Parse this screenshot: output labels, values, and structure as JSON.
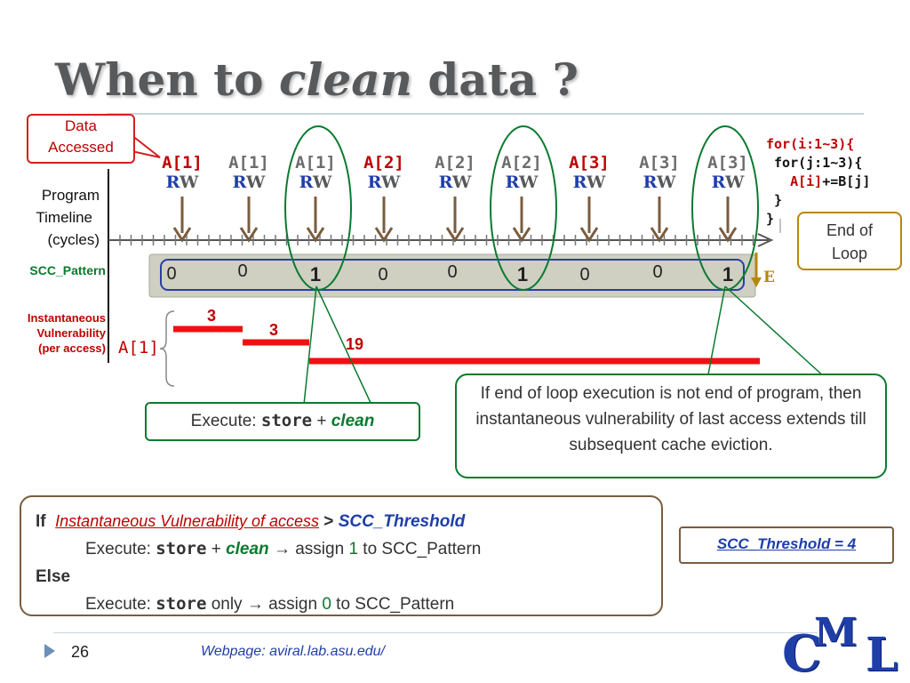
{
  "title": {
    "part1": "When to ",
    "part2": "clean",
    "part3": " data ?"
  },
  "callout_data": {
    "line1": "Data",
    "line2": "Accessed"
  },
  "timeline_label": {
    "line1": "Program",
    "line2": "Timeline",
    "line3": "(cycles)"
  },
  "scc_label": "SCC_Pattern",
  "vuln_label": {
    "line1": "Instantaneous",
    "line2": "Vulnerability",
    "line3": "(per access)"
  },
  "vuln_var": "A[1]",
  "accesses": [
    {
      "label": "A[1]",
      "rw_r": "R",
      "rw_w": "W",
      "color": "#c00000"
    },
    {
      "label": "A[1]",
      "rw_r": "R",
      "rw_w": "W",
      "color": "#6d6d6d"
    },
    {
      "label": "A[1]",
      "rw_r": "R",
      "rw_w": "W",
      "color": "#6d6d6d"
    },
    {
      "label": "A[2]",
      "rw_r": "R",
      "rw_w": "W",
      "color": "#c00000"
    },
    {
      "label": "A[2]",
      "rw_r": "R",
      "rw_w": "W",
      "color": "#6d6d6d"
    },
    {
      "label": "A[2]",
      "rw_r": "R",
      "rw_w": "W",
      "color": "#6d6d6d"
    },
    {
      "label": "A[3]",
      "rw_r": "R",
      "rw_w": "W",
      "color": "#c00000"
    },
    {
      "label": "A[3]",
      "rw_r": "R",
      "rw_w": "W",
      "color": "#6d6d6d"
    },
    {
      "label": "A[3]",
      "rw_r": "R",
      "rw_w": "W",
      "color": "#6d6d6d"
    }
  ],
  "scc_pattern": [
    "0",
    "0",
    "1",
    "0",
    "0",
    "1",
    "0",
    "0",
    "1"
  ],
  "end_marker": "E",
  "vuln_values": {
    "v1": "3",
    "v2": "3",
    "v3": "19"
  },
  "code": {
    "l1": "for(i:1~3){",
    "l2": " for(j:1~3){",
    "l3a": "   A[i]",
    "l3b": "+=B[j]",
    "l4": " }",
    "l5": "}"
  },
  "end_of_loop": {
    "line1": "End of",
    "line2": "Loop"
  },
  "execute_box": {
    "prefix": "Execute: ",
    "store": "store",
    "plus": " + ",
    "clean": "clean"
  },
  "note_box": "If end of loop execution is not end of program, then instantaneous vulnerability of last access extends till subsequent cache eviction.",
  "rule_box": {
    "if": "If",
    "cond": "Instantaneous Vulnerability of access",
    "gt": " > ",
    "thr": "SCC_Threshold",
    "l2_prefix": "Execute: ",
    "l2_store": "store",
    "l2_plus": " + ",
    "l2_clean": "clean",
    "l2_arrow": " → assign  ",
    "l2_one": "1",
    "l2_suffix": " to SCC_Pattern",
    "else": "Else",
    "l4_prefix": "Execute: ",
    "l4_store": "store",
    "l4_only": " only → assign  ",
    "l4_zero": "0",
    "l4_suffix": " to SCC_Pattern"
  },
  "threshold_box": "SCC_Threshold = 4",
  "footer": {
    "page": "26",
    "webpage": "Webpage: aviral.lab.asu.edu/"
  },
  "logo": {
    "c": "C",
    "m": "M",
    "l": "L"
  },
  "colors": {
    "red": "#c00000",
    "blue": "#1f3ea8",
    "green": "#0b7a2f",
    "brown": "#7a5c3e",
    "gold": "#b8860b",
    "logo_blue": "#1f3ea8"
  }
}
